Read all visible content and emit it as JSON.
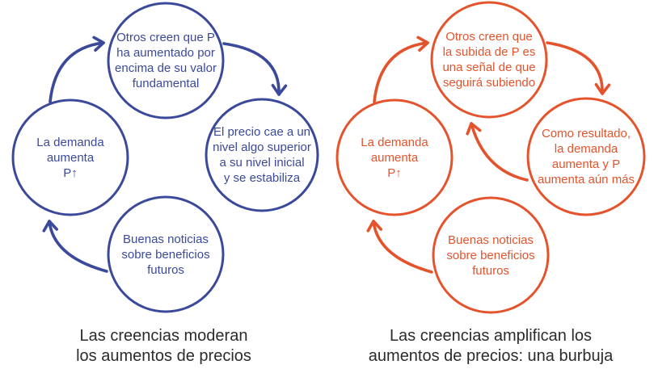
{
  "figure": {
    "background": "#ffffff",
    "colors": {
      "blue": "#3b499b",
      "orange": "#e4532c",
      "caption_text": "#2b2b2b"
    },
    "diagrams": [
      {
        "name": "moderating-cycle",
        "accent": "blue",
        "nodes": {
          "left": "La demanda\naumenta\nP↑",
          "top": "Otros creen que P\nha aumentado por\nencima de su valor\nfundamental",
          "right": "El precio cae a un\nnivel algo superior\na su nivel inicial\ny se estabiliza",
          "bottom": "Buenas noticias\nsobre beneficios\nfuturos"
        },
        "arrows": [
          "bottom→left",
          "left→top",
          "top→right"
        ],
        "caption": "Las creencias moderan\nlos aumentos de precios"
      },
      {
        "name": "amplifying-cycle",
        "accent": "orange",
        "nodes": {
          "left": "La demanda\naumenta\nP↑",
          "top": "Otros creen que\nla subida de P es\nuna señal de que\nseguirá subiendo",
          "right": "Como resultado,\nla demanda\naumenta y P\naumenta aún más",
          "bottom": "Buenas noticias\nsobre beneficios\nfuturos"
        },
        "arrows": [
          "bottom→left",
          "left→top",
          "top→right",
          "right→top"
        ],
        "caption": "Las creencias amplifican los\naumentos de precios: una burbuja"
      }
    ]
  }
}
